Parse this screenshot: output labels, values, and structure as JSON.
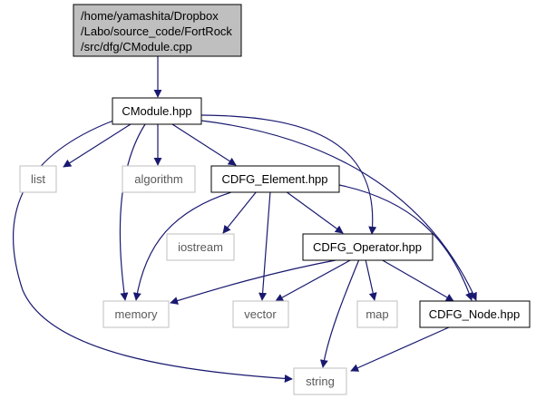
{
  "colors": {
    "edge": "#191970",
    "root_fill": "#bfbfbf",
    "root_border": "#000000",
    "local_border": "#000000",
    "system_border": "#bfbfbf",
    "text": "#000000",
    "system_text": "#595959"
  },
  "nodes": {
    "root": {
      "lines": [
        "/home/yamashita/Dropbox",
        "/Labo/source_code/FortRock",
        "/src/dfg/CModule.cpp"
      ]
    },
    "cmodule": {
      "label": "CModule.hpp"
    },
    "list": {
      "label": "list"
    },
    "algorithm": {
      "label": "algorithm"
    },
    "cdfg_element": {
      "label": "CDFG_Element.hpp"
    },
    "iostream": {
      "label": "iostream"
    },
    "cdfg_operator": {
      "label": "CDFG_Operator.hpp"
    },
    "memory": {
      "label": "memory"
    },
    "vector": {
      "label": "vector"
    },
    "map": {
      "label": "map"
    },
    "cdfg_node": {
      "label": "CDFG_Node.hpp"
    },
    "string": {
      "label": "string"
    }
  }
}
